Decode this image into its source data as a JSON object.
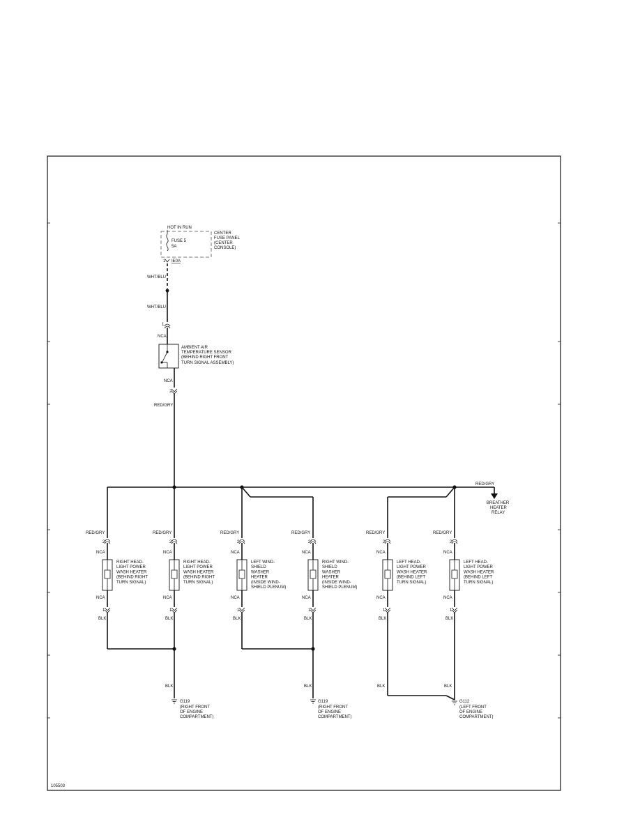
{
  "diagram_id": "105503",
  "fuse_panel": {
    "power_label": "HOT IN RUN",
    "fuse_name": "FUSE 5",
    "fuse_rating": "5A",
    "name_lines": [
      "CENTER",
      "FUSE PANEL",
      "(CENTER",
      "CONSOLE)"
    ],
    "pin": "1",
    "connector": "IE0A"
  },
  "wires": {
    "upper_1": "WHT/BLU",
    "upper_2": "WHT/BLU",
    "sensor_out": "RED/GRY",
    "bus_to_relay": "RED/GRY"
  },
  "sensor": {
    "name_lines": [
      "AMBIENT AIR",
      "TEMPERATURE SENSOR",
      "(BEHIND RIGHT FRONT",
      "TURN SIGNAL ASSEMBLY)"
    ],
    "top_pin": "1",
    "top_conn": "NCA",
    "bottom_conn": "NCA",
    "bottom_pin": "2"
  },
  "relay": {
    "name_lines": [
      "BREATHER",
      "HEATER",
      "RELAY"
    ]
  },
  "heaters": [
    {
      "in_wire": "RED/GRY",
      "in_pin": "2",
      "in_conn": "NCA",
      "out_conn": "NCA",
      "out_pin": "1",
      "out_wire": "BLK",
      "name_lines": [
        "RIGHT HEAD-",
        "LIGHT POWER",
        "WASH HEATER",
        "(BEHIND RIGHT",
        "TURN SIGNAL)"
      ]
    },
    {
      "in_wire": "RED/GRY",
      "in_pin": "2",
      "in_conn": "NCA",
      "out_conn": "NCA",
      "out_pin": "1",
      "out_wire": "BLK",
      "name_lines": [
        "RIGHT HEAD-",
        "LIGHT POWER",
        "WASH HEATER",
        "(BEHIND RIGHT",
        "TURN SIGNAL)"
      ]
    },
    {
      "in_wire": "RED/GRY",
      "in_pin": "2",
      "in_conn": "NCA",
      "out_conn": "NCA",
      "out_pin": "1",
      "out_wire": "BLK",
      "name_lines": [
        "LEFT WIND-",
        "SHIELD",
        "WASHER",
        "HEATER",
        "(INSIDE WIND-",
        "SHIELD PLENUM)"
      ]
    },
    {
      "in_wire": "RED/GRY",
      "in_pin": "2",
      "in_conn": "NCA",
      "out_conn": "NCA",
      "out_pin": "1",
      "out_wire": "BLK",
      "name_lines": [
        "RIGHT WIND-",
        "SHIELD",
        "WASHER",
        "HEATER",
        "(INSIDE WIND-",
        "SHIELD PLENUM)"
      ]
    },
    {
      "in_wire": "RED/GRY",
      "in_pin": "2",
      "in_conn": "NCA",
      "out_conn": "NCA",
      "out_pin": "1",
      "out_wire": "BLK",
      "name_lines": [
        "LEFT HEAD-",
        "LIGHT POWER",
        "WASH HEATER",
        "(BEHIND LEFT",
        "TURN SIGNAL)"
      ]
    },
    {
      "in_wire": "RED/GRY",
      "in_pin": "2",
      "in_conn": "NCA",
      "out_conn": "NCA",
      "out_pin": "1",
      "out_wire": "BLK",
      "name_lines": [
        "LEFT HEAD-",
        "LIGHT POWER",
        "WASH HEATER",
        "(BEHIND LEFT",
        "TURN SIGNAL)"
      ]
    }
  ],
  "grounds": [
    {
      "wire": "BLK",
      "id": "G119",
      "location_lines": [
        "(RIGHT FRONT",
        "OF ENGINE",
        "COMPARTMENT)"
      ]
    },
    {
      "wire": "BLK",
      "id": "G119",
      "location_lines": [
        "(RIGHT FRONT",
        "OF ENGINE",
        "COMPARTMENT)"
      ]
    },
    {
      "wire": "BLK",
      "wire2": "BLK",
      "id": "G112",
      "location_lines": [
        "(LEFT FRONT",
        "OF ENGINE",
        "COMPARTMENT)"
      ]
    }
  ]
}
